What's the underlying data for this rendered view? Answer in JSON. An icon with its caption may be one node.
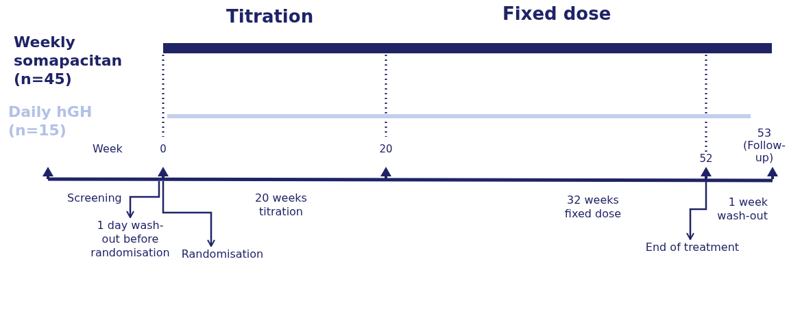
{
  "diagram": {
    "nodes": [
      {
        "text": [
          "1 day wash-out before randomisation"
        ]
      },
      {
        "text": [
          "Randomisation"
        ]
      },
      {
        "text": [
          "End of treatment"
        ]
      },
      {
        "text": [],
        "shape": "bar"
      },
      {
        "text": [],
        "shape": "bar"
      }
    ],
    "edges": [
      {
        "from": null,
        "to": 0,
        "arrow": "to"
      },
      {
        "from": null,
        "to": 1,
        "arrow": "to"
      },
      {
        "from": null,
        "to": 2,
        "arrow": "to"
      }
    ],
    "labels": [
      "Titration",
      "Fixed dose",
      "Weekly somapacitan (n=45)",
      "Daily hGH (n=15)",
      "53 (Follow-up)",
      "Week",
      "0",
      "20",
      "52",
      "Screening",
      "20 weeks titration",
      "32 weeks fixed dose",
      "1 week wash-out"
    ]
  }
}
